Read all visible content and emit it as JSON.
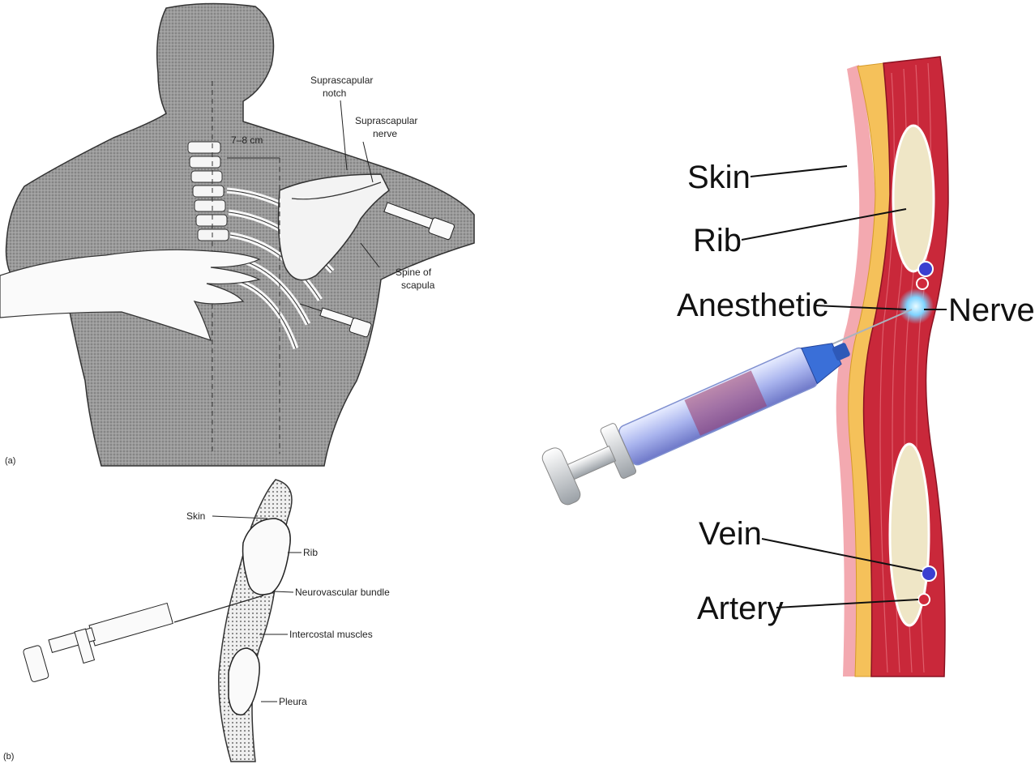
{
  "panel_a": {
    "tag": "(a)",
    "labels": {
      "suprascapular_notch": [
        "Suprascapular",
        "notch"
      ],
      "suprascapular_nerve": [
        "Suprascapular",
        "nerve"
      ],
      "distance": "7–8 cm",
      "spine_of_scapula": [
        "Spine of",
        "scapula"
      ]
    }
  },
  "panel_b": {
    "tag": "(b)",
    "labels": {
      "skin": "Skin",
      "rib": "Rib",
      "neurovascular_bundle": "Neurovascular bundle",
      "intercostal_muscles": "Intercostal muscles",
      "pleura": "Pleura"
    }
  },
  "panel_c": {
    "labels": {
      "skin": "Skin",
      "rib": "Rib",
      "anesthetic": "Anesthetic",
      "nerve": "Nerve",
      "vein": "Vein",
      "artery": "Artery"
    }
  },
  "colors": {
    "skin_layer": "#f5c15a",
    "muscle": "#c9283a",
    "bone": "#efe6c6",
    "syringe_blue": "#3a6fd8",
    "anesthetic_glow": "#7fd3ff",
    "vein": "#3b3fd0",
    "artery": "#d02a3c"
  }
}
